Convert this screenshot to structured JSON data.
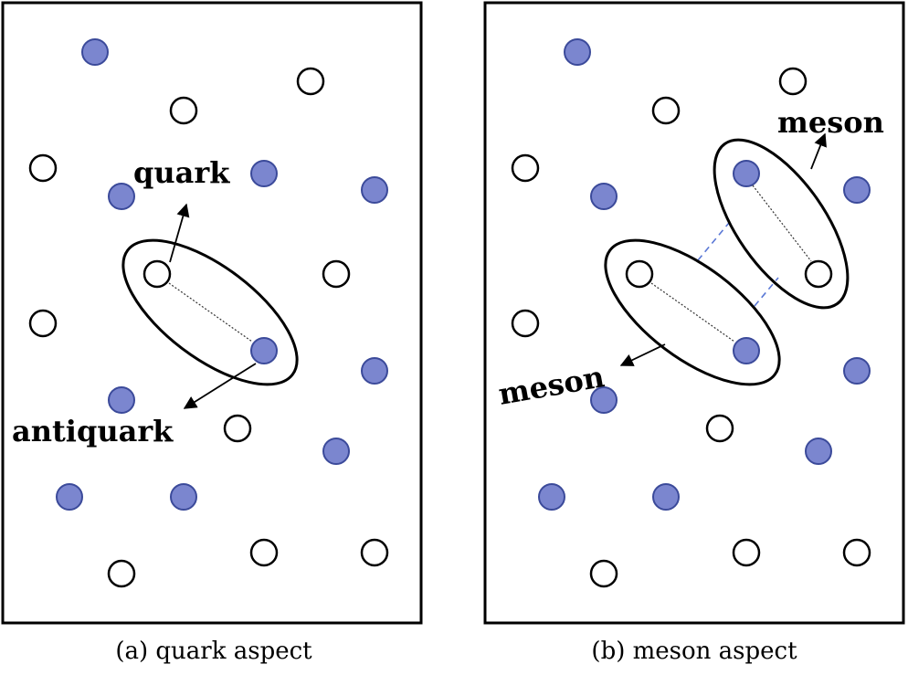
{
  "panels": {
    "a": {
      "caption": "(a) quark aspect",
      "label_quark": "quark",
      "label_antiquark": "antiquark"
    },
    "b": {
      "caption": "(b) meson aspect",
      "label_meson_top": "meson",
      "label_meson_bottom": "meson"
    }
  },
  "legend_semantics": {
    "filled_circle": "antiquark",
    "open_circle": "quark"
  },
  "colors": {
    "filled": "#7b86cf",
    "filled_stroke": "#3b4a9a",
    "open": "#ffffff",
    "stroke": "#000000",
    "dashed_link": "#5a78d6"
  }
}
